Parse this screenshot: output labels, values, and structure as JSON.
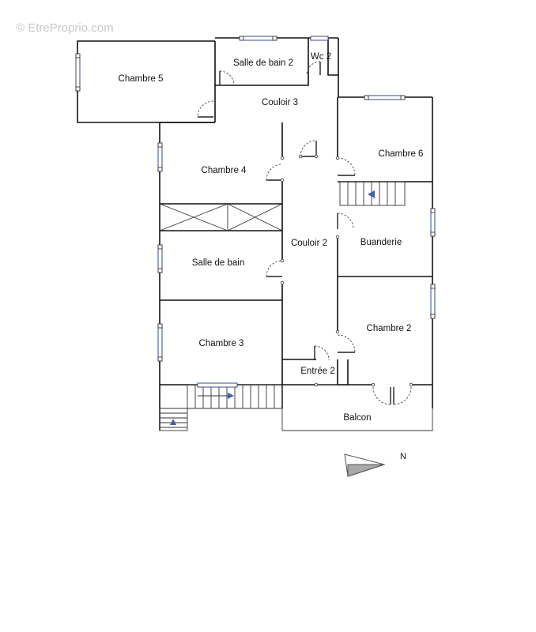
{
  "watermark": "© EtreProprio.com",
  "north_label": "N",
  "rooms": {
    "chambre5": "Chambre 5",
    "salle_de_bain_2": "Salle de bain 2",
    "wc2": "Wc 2",
    "couloir3": "Couloir 3",
    "chambre6": "Chambre 6",
    "chambre4": "Chambre 4",
    "couloir2": "Couloir 2",
    "buanderie": "Buanderie",
    "salle_de_bain": "Salle de bain",
    "chambre3": "Chambre 3",
    "chambre2": "Chambre 2",
    "entree2": "Entrée 2",
    "balcon": "Balcon"
  },
  "colors": {
    "wall": "#111111",
    "window": "#3a4a8c",
    "stair_arrow": "#4a5fa8",
    "compass": "#a8a8a8"
  }
}
